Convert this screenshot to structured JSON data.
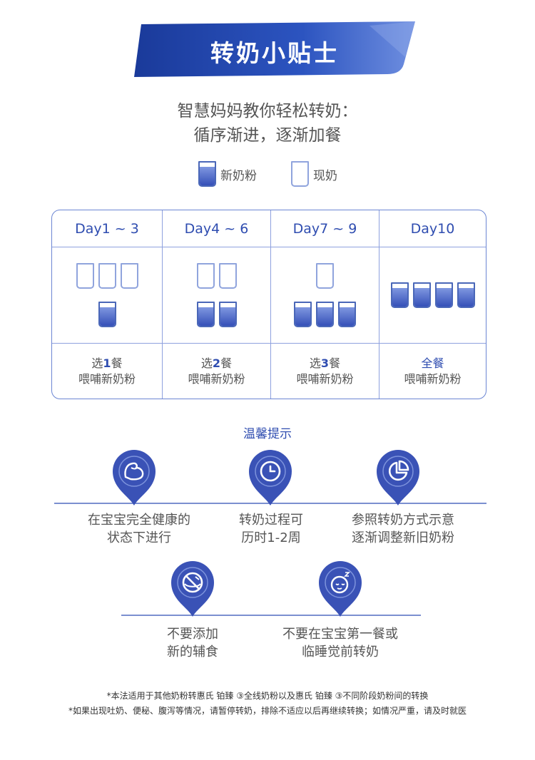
{
  "banner": {
    "title": "转奶小贴士"
  },
  "intro": {
    "line1": "智慧妈妈教你轻松转奶：",
    "line2": "循序渐进，逐渐加餐"
  },
  "legend": {
    "new_label": "新奶粉",
    "current_label": "现奶"
  },
  "schedule": [
    {
      "day": "Day1 ~ 3",
      "current_glasses": 3,
      "new_glasses": 1,
      "prefix": "选",
      "count": "1",
      "suffix": "餐",
      "line2": "喂哺新奶粉"
    },
    {
      "day": "Day4 ~ 6",
      "current_glasses": 2,
      "new_glasses": 2,
      "prefix": "选",
      "count": "2",
      "suffix": "餐",
      "line2": "喂哺新奶粉"
    },
    {
      "day": "Day7 ~ 9",
      "current_glasses": 1,
      "new_glasses": 3,
      "prefix": "选",
      "count": "3",
      "suffix": "餐",
      "line2": "喂哺新奶粉"
    },
    {
      "day": "Day10",
      "current_glasses": 0,
      "new_glasses": 4,
      "prefix": "",
      "count": "",
      "suffix": "全餐",
      "line2": "喂哺新奶粉"
    }
  ],
  "tips": {
    "title": "温馨提示",
    "items": [
      {
        "icon": "arm-strength-icon",
        "line1": "在宝宝完全健康的",
        "line2": "状态下进行"
      },
      {
        "icon": "clock-icon",
        "line1": "转奶过程可",
        "line2": "历时1-2周"
      },
      {
        "icon": "pie-chart-icon",
        "line1": "参照转奶方式示意",
        "line2": "逐渐调整新旧奶粉"
      },
      {
        "icon": "no-spoon-icon",
        "line1": "不要添加",
        "line2": "新的辅食"
      },
      {
        "icon": "sleeping-baby-icon",
        "line1": "不要在宝宝第一餐或",
        "line2": "临睡觉前转奶"
      }
    ]
  },
  "notes": {
    "line1": "*本法适用于其他奶粉转惠氏 铂臻 ③全线奶粉以及惠氏 铂臻 ③不同阶段奶粉间的转换",
    "line2": "*如果出现吐奶、便秘、腹泻等情况，请暂停转奶，排除不适应以后再继续转换；如情况严重，请及时就医"
  },
  "colors": {
    "brand_blue": "#2f4db0",
    "glass_fill": "#3550b8",
    "pin_blue": "#3a52b6"
  }
}
